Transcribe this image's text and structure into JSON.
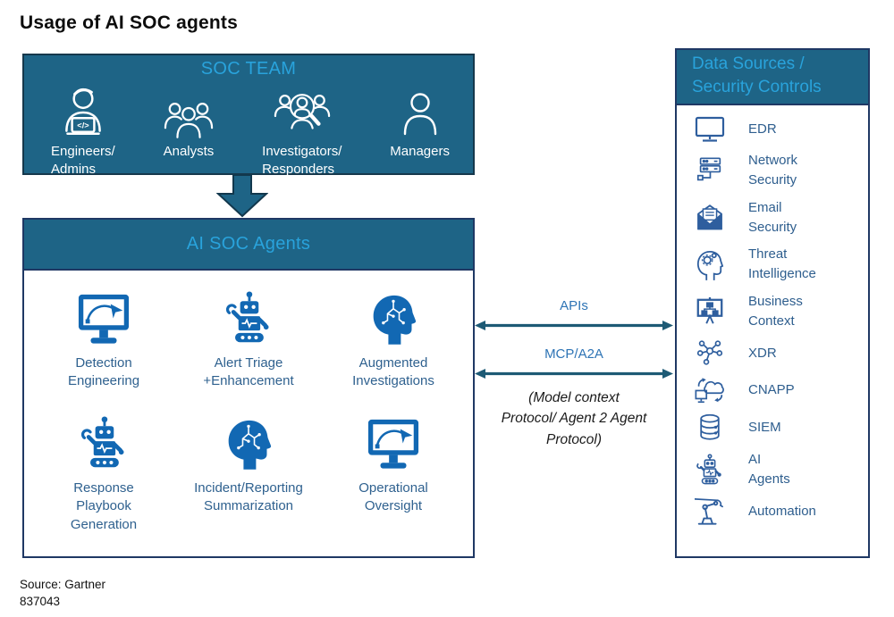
{
  "title": "Usage of AI SOC agents",
  "colors": {
    "panel_teal": "#1e6486",
    "panel_border": "#16384c",
    "box_border_navy": "#1f3864",
    "heading_light_blue": "#29a3dc",
    "icon_fill_blue": "#1268b3",
    "icon_outline_blue": "#2e5e9e",
    "label_blue": "#2f618f",
    "connector_label_blue": "#2e74b5",
    "arrow_teal": "#1d5a75"
  },
  "soc_team": {
    "header": "SOC TEAM",
    "members": [
      {
        "icon": "engineer-laptop-icon",
        "label": "Engineers/\nAdmins"
      },
      {
        "icon": "analysts-group-icon",
        "label": "Analysts"
      },
      {
        "icon": "investigators-magnifier-icon",
        "label": "Investigators/\nResponders"
      },
      {
        "icon": "manager-person-icon",
        "label": "Managers"
      }
    ]
  },
  "ai_soc_agents": {
    "header": "AI SOC Agents",
    "agents": [
      {
        "icon": "monitor-pen-tool-icon",
        "label": "Detection\nEngineering"
      },
      {
        "icon": "robot-icon",
        "label": "Alert Triage\n+Enhancement"
      },
      {
        "icon": "head-circuit-icon",
        "label": "Augmented\nInvestigations"
      },
      {
        "icon": "robot-icon",
        "label": "Response\nPlaybook\nGeneration"
      },
      {
        "icon": "head-circuit-icon",
        "label": "Incident/Reporting\nSummarization"
      },
      {
        "icon": "monitor-pen-tool-icon",
        "label": "Operational\nOversight"
      }
    ]
  },
  "connectors": {
    "api_label": "APIs",
    "mcp_label": "MCP/A2A",
    "mcp_note": "(Model context\nProtocol/ Agent 2 Agent\nProtocol)"
  },
  "data_sources": {
    "header": "Data Sources /\nSecurity Controls",
    "items": [
      {
        "icon": "monitor-icon",
        "label": "EDR"
      },
      {
        "icon": "server-stack-icon",
        "label": "Network\nSecurity"
      },
      {
        "icon": "email-envelope-icon",
        "label": "Email\nSecurity"
      },
      {
        "icon": "head-gears-icon",
        "label": "Threat\nIntelligence"
      },
      {
        "icon": "presentation-board-icon",
        "label": "Business\nContext"
      },
      {
        "icon": "network-nodes-icon",
        "label": "XDR"
      },
      {
        "icon": "cloud-monitor-icon",
        "label": "CNAPP"
      },
      {
        "icon": "database-icon",
        "label": "SIEM"
      },
      {
        "icon": "small-robot-icon",
        "label": "AI\nAgents"
      },
      {
        "icon": "robotic-arm-icon",
        "label": "Automation"
      }
    ]
  },
  "footer": {
    "source": "Source: Gartner",
    "doc_id": "837043"
  }
}
